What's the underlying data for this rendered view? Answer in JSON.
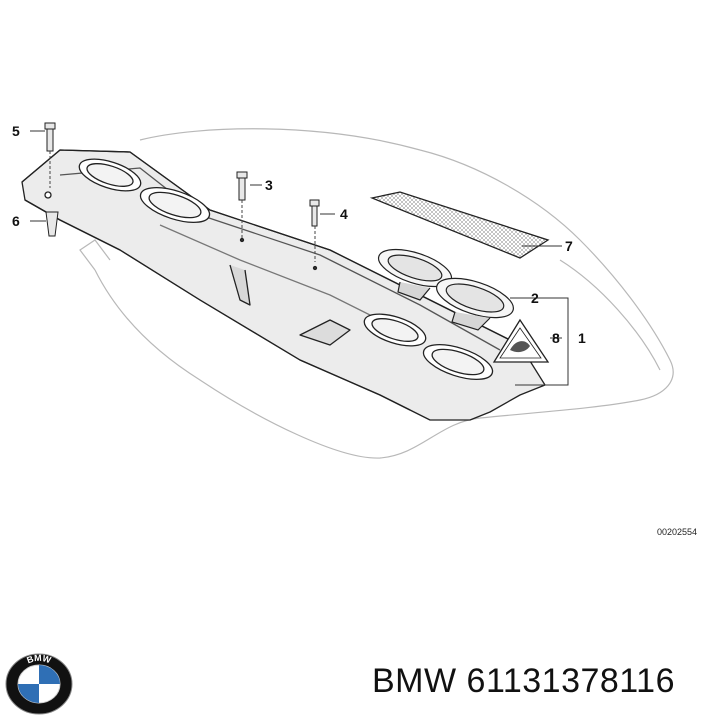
{
  "callouts": {
    "c1": "1",
    "c2": "2",
    "c3": "3",
    "c4": "4",
    "c5": "5",
    "c6": "6",
    "c7": "7",
    "c8": "8"
  },
  "drawing_code": "00202554",
  "caption": {
    "brand": "BMW",
    "part_number": "61131378116"
  },
  "logo": {
    "lettering": "BMW",
    "colors": {
      "ring": "#111111",
      "blue": "#2f6fb5",
      "white": "#ffffff"
    }
  }
}
